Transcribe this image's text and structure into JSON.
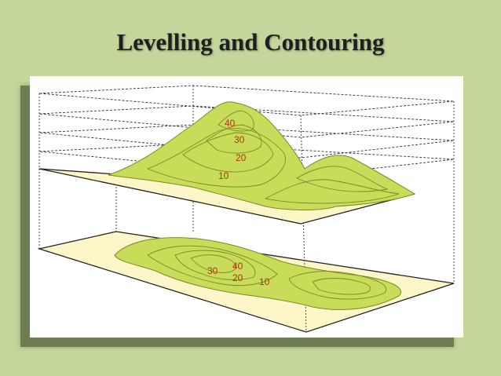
{
  "slide": {
    "title": "Levelling and Contouring"
  },
  "colors": {
    "background": "#c3d69b",
    "terrain_fill": "#c8dc5a",
    "contour_line": "#7a8a26",
    "plane_fill": "#fdf6c8",
    "label": "#b0301a"
  },
  "diagram": {
    "terrain_labels": [
      "40",
      "30",
      "20",
      "10"
    ],
    "map_labels": [
      "30",
      "40",
      "20",
      "10"
    ]
  }
}
